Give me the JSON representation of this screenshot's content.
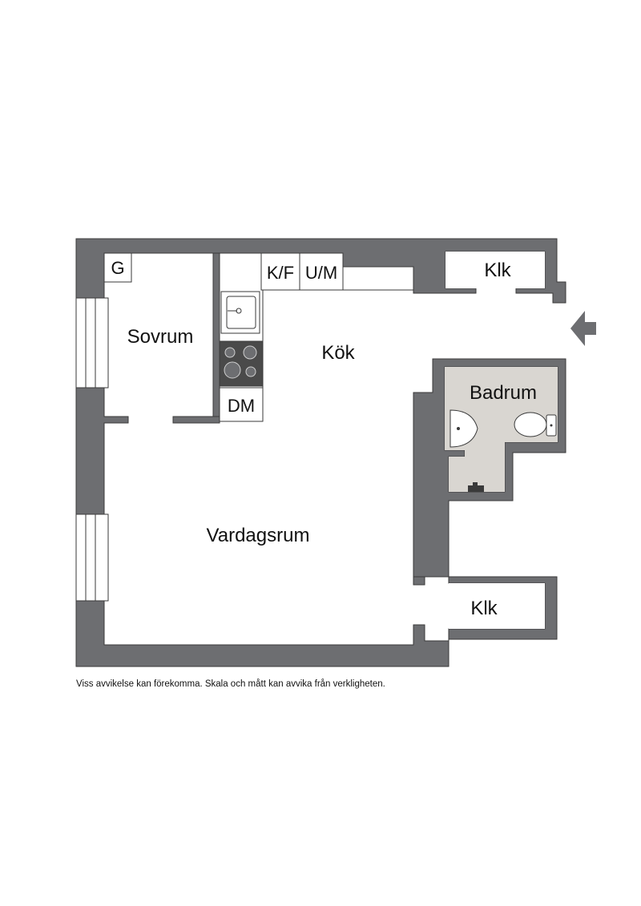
{
  "rooms": {
    "sovrum": "Sovrum",
    "kok": "Kök",
    "vardagsrum": "Vardagsrum",
    "badrum": "Badrum",
    "klk_top": "Klk",
    "klk_bottom": "Klk"
  },
  "fixtures": {
    "g": "G",
    "kf": "K/F",
    "um": "U/M",
    "dm": "DM"
  },
  "disclaimer": "Viss avvikelse kan förekomma. Skala och mått kan avvika från verkligheten.",
  "colors": {
    "wall": "#6d6e71",
    "wall_outline": "#3a3a3a",
    "bathroom_floor": "#d9d6d1",
    "stove": "#4a4a4a",
    "entrance_arrow": "#6d6e71"
  }
}
